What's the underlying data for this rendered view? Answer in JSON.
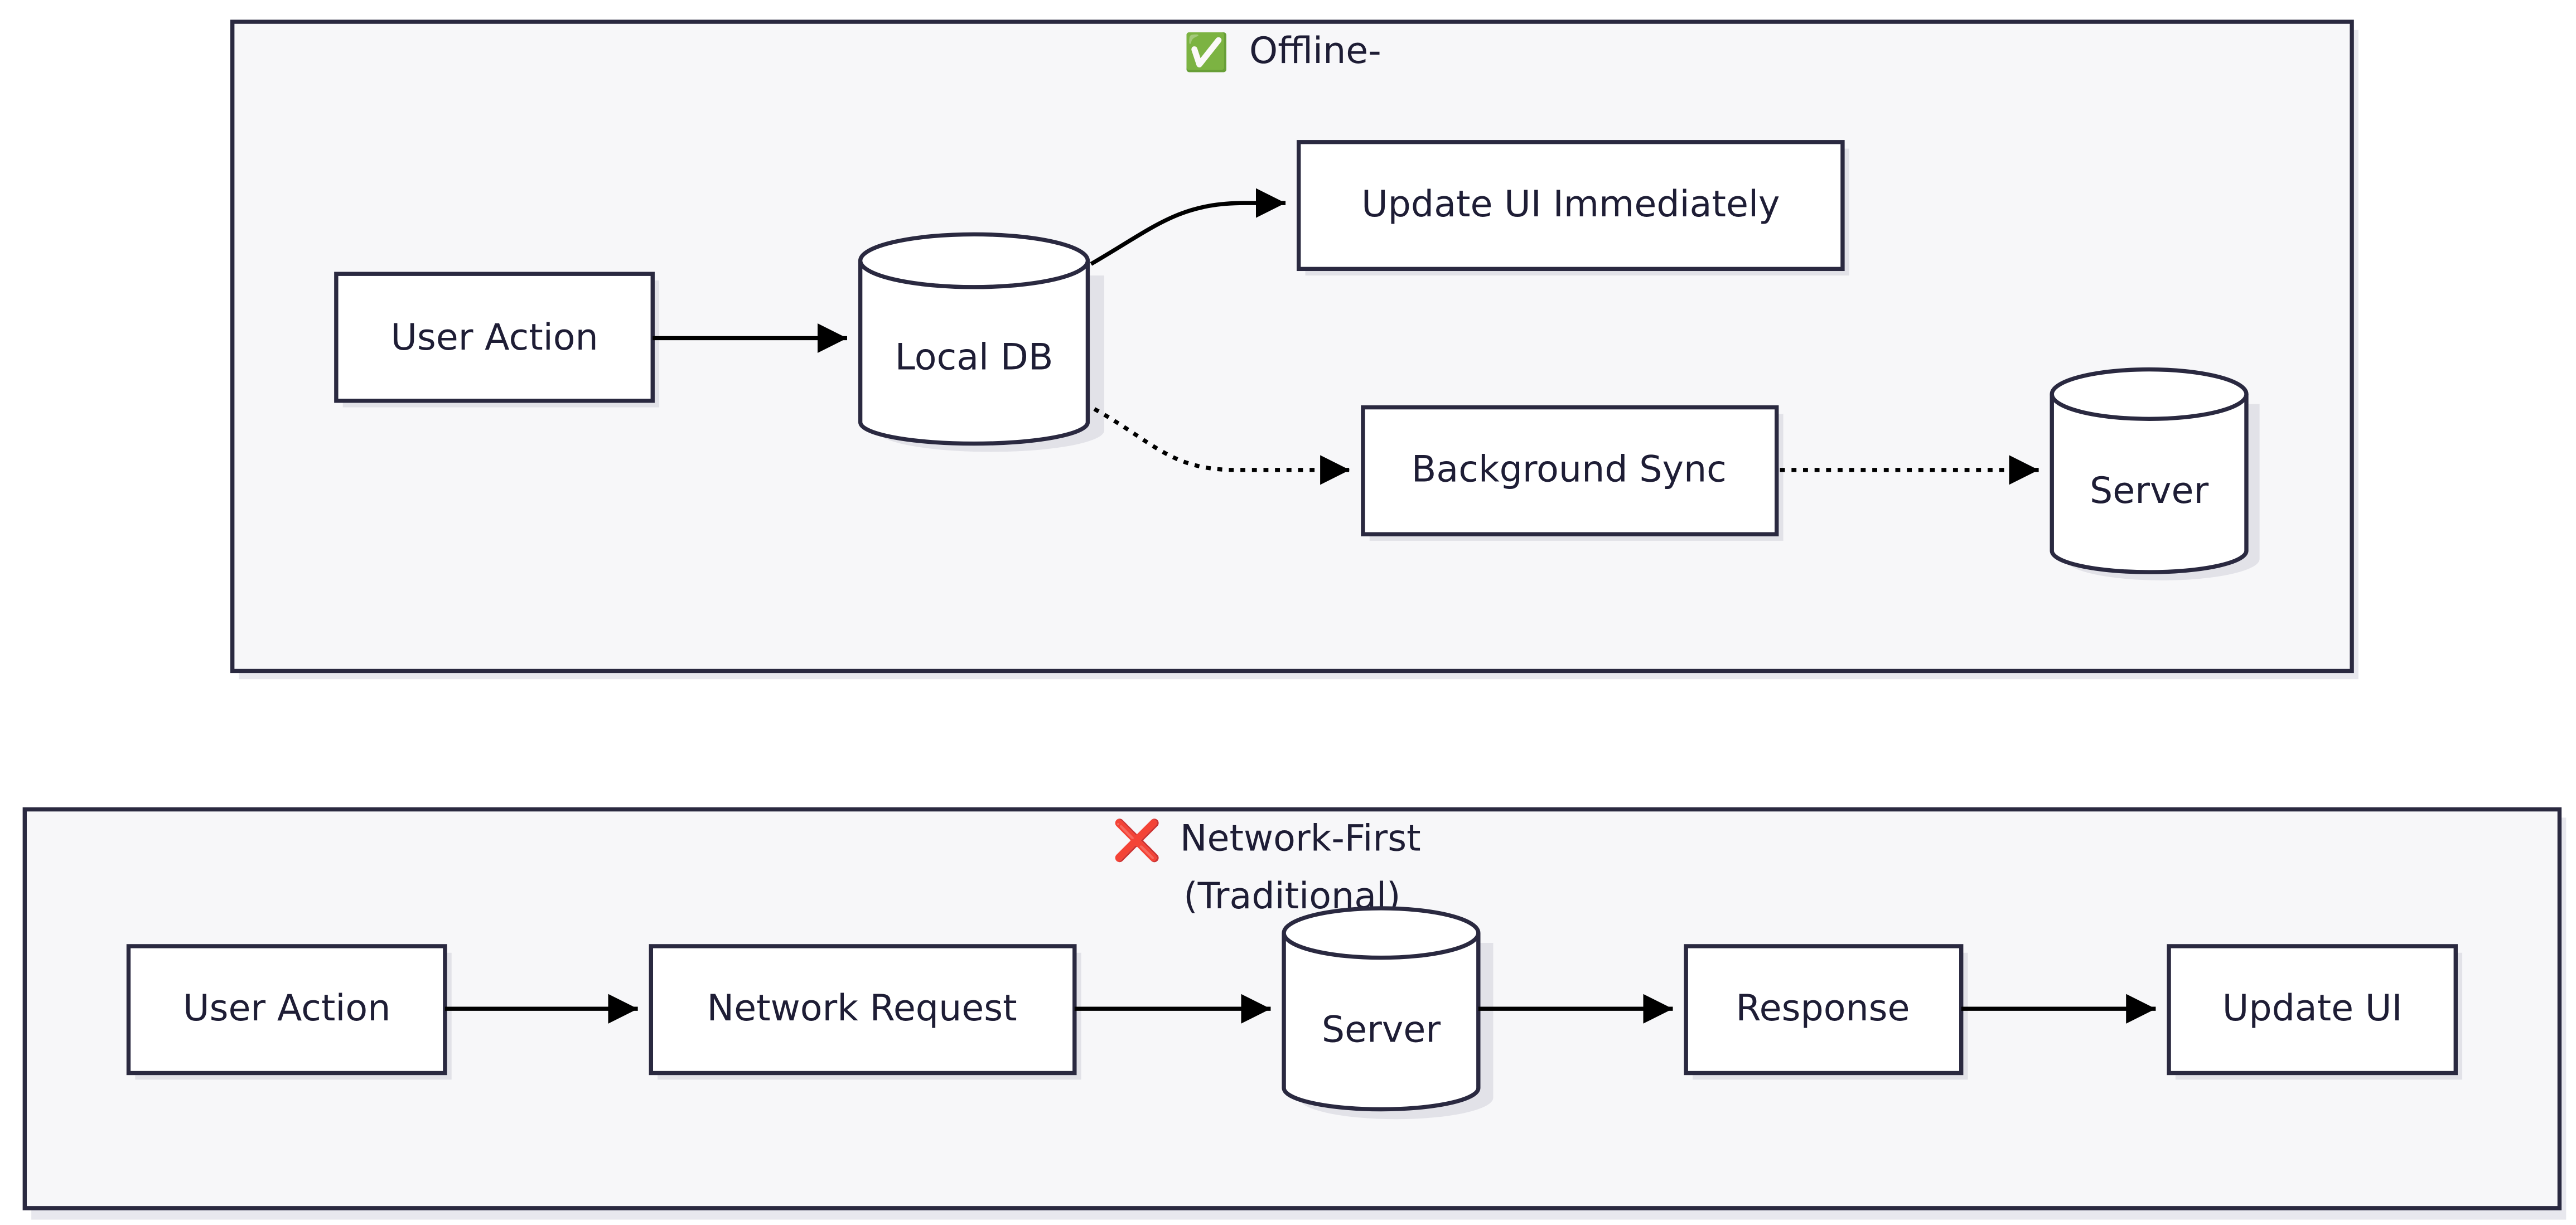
{
  "colors": {
    "stroke": "#2a2940",
    "cluster_fill": "#f7f7f9",
    "node_fill": "#ffffff",
    "shadow": "#e2e2e8",
    "text": "#1e1d35",
    "check": "#2ea043",
    "cross": "#e0161e"
  },
  "offline_first": {
    "title_icon": "✅",
    "title_icon_name": "check-mark-icon",
    "title": "Offline-",
    "user_action": "User Action",
    "local_db": "Local DB",
    "update_ui": "Update UI Immediately",
    "background_sync": "Background Sync",
    "server": "Server"
  },
  "network_first": {
    "title_icon": "❌",
    "title_icon_name": "cross-mark-icon",
    "title_line1": "Network-First",
    "title_line2": "(Traditional)",
    "user_action": "User Action",
    "network_request": "Network Request",
    "server": "Server",
    "response": "Response",
    "update_ui": "Update UI"
  }
}
